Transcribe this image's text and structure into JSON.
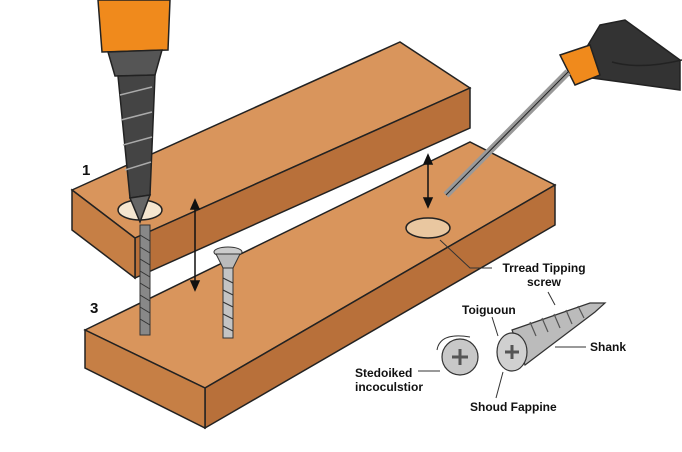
{
  "title": "Wood screw assembly illustration",
  "step_numbers": [
    "1",
    "3"
  ],
  "labels": {
    "thread_tipping": "Trread Tipping screw",
    "toiguoun": "Toiguoun",
    "shank": "Shank",
    "stedoiked": "Stedoiked incoculstior",
    "shoud_fappine": "Shoud Fappine"
  },
  "colors": {
    "wood_top": "#d9955c",
    "wood_side": "#b8703a",
    "drill_orange": "#f08a1c",
    "metal": "#a8a8a8"
  }
}
